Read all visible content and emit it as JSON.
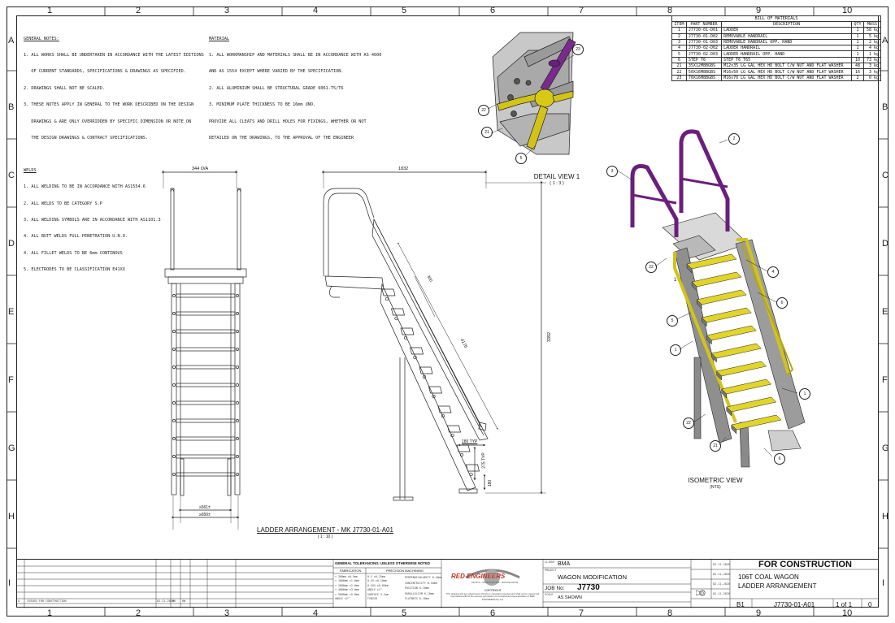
{
  "zones": {
    "columns": [
      "1",
      "2",
      "3",
      "4",
      "5",
      "6",
      "7",
      "8",
      "9",
      "10"
    ],
    "rows": [
      "A",
      "B",
      "C",
      "D",
      "E",
      "F",
      "G",
      "H",
      "I"
    ]
  },
  "general_notes": {
    "title": "GENERAL NOTES:",
    "items": [
      "1. ALL WORKS SHALL BE UNDERTAKEN IN ACCORDANCE WITH THE LATEST EDITIONS",
      "   OF CURRENT STANDARDS, SPECIFICATIONS & DRAWINGS AS SPECIFIED.",
      "2. DRAWINGS SHALL NOT BE SCALED.",
      "3. THESE NOTES APPLY IN GENERAL TO THE WORK DESCRIBED ON THE DESIGN",
      "   DRAWINGS & ARE ONLY OVERRIDDEN BY SPECIFIC DIMENSION OR NOTE ON",
      "   THE DESIGN DRAWINGS & CONTRACT SPECIFICATIONS."
    ]
  },
  "weld_notes": {
    "title": "WELDS",
    "items": [
      "1. ALL WELDING TO BE IN ACCORDANCE WITH AS1554.6",
      "2. ALL WELDS TO BE CATEGORY S.P",
      "3. ALL WELDING SYMBOLS ARE IN ACCORDANCE WITH AS1101.3",
      "4. ALL BUTT WELDS FULL PENETRATION U.N.O.",
      "4. ALL FILLET WELDS TO BE 6mm CONTINOUS",
      "5. ELECTRODES TO BE CLASSIFICATION E41XX"
    ]
  },
  "material_notes": {
    "title": "MATERIAL",
    "items": [
      "1. ALL WORKMANSHIP AND MATERIALS SHALL BE IN ACCORDANCE WITH AS 4600",
      "AND AS 1554 EXCEPT WHERE VARIED BY THE SPECIFICATION.",
      "2. ALL ALUMINIUM SHALL BE STRUCTURAL GRADE 6061-T5/T6",
      "3. MINIMUM PLATE THICKNESS TO BE 16mm UNO.",
      "PROVIDE ALL CLEATS AND DRILL HOLES FOR FIXINGS, WHETHER OR NOT",
      "DETAILED ON THE DRAWINGS, TO THE APPROVAL OF THE ENGINEER"
    ]
  },
  "bom": {
    "title": "BILL OF MATERIALS",
    "headers": [
      "ITEM",
      "PART NUMBER",
      "DESCRIPTION",
      "QTY",
      "MASS"
    ],
    "rows": [
      [
        "1",
        "J7730-01-D01",
        "LADDER",
        "1",
        "58 kg"
      ],
      [
        "2",
        "J7730-01-D02",
        "REMOVABLE HANDRAIL",
        "1",
        "5 kg"
      ],
      [
        "3",
        "J7730-01-D03",
        "REMOVABLE HANDRAIL OPP. HAND",
        "1",
        "2 kg"
      ],
      [
        "4",
        "J7730-02-D02",
        "LADDER HANDRAIL",
        "1",
        "4 kg"
      ],
      [
        "5",
        "J7730-02-D03",
        "LADDER HANDRAIL OPP. HAND",
        "1",
        "1 kg"
      ],
      [
        "6",
        "STEP T6",
        "STEP T6 T65",
        "10",
        "73 kg"
      ],
      [
        "21",
        "35X12M8BGBS",
        "M12x35 LG GAL HEX HD BOLT C/W NUT AND FLAT WASHER",
        "48",
        "3 kg"
      ],
      [
        "22",
        "50X16M8BGBS",
        "M16x50 LG GAL HEX HD BOLT C/W NUT AND FLAT WASHER",
        "16",
        "3 kg"
      ],
      [
        "23",
        "70X16M8BGBS",
        "M16x70 LG GAL HEX HD BOLT C/W NUT AND FLAT WASHER",
        "2",
        "0 kg"
      ]
    ]
  },
  "views": {
    "front": {
      "top_dim": "344 O/A",
      "bottom_dim_1": "≥561±",
      "bottom_dim_2": "≥650±"
    },
    "side": {
      "top_dim": "1832",
      "height_dim": "3392",
      "slope_dim": "4176",
      "step_dim_1": "180 TYP",
      "step_dim_2": "275 TYP",
      "step_dim_3": "180",
      "riser_dim": "300"
    },
    "detail": {
      "title": "DETAIL VIEW 1",
      "scale": "( 1 : 3 )"
    },
    "isometric": {
      "title": "ISOMETRIC VIEW",
      "scale": "(NTS)"
    },
    "main_title": "LADDER ARRANGEMENT - MK J7730-01-A01",
    "main_scale": "( 1 : 10 )"
  },
  "balloons": {
    "detail": [
      "23",
      "22",
      "21",
      "5"
    ],
    "iso": [
      "2",
      "3",
      "22",
      "1",
      "4",
      "6",
      "5",
      "1",
      "1",
      "22",
      "21",
      "6"
    ]
  },
  "title_block": {
    "revision": {
      "rev": "A",
      "description": "ISSUED FOR CONSTRUCTION",
      "date": "02-11-2020",
      "drawn": "MK",
      "checked": "RW"
    },
    "tolerance_title": "GENERAL TOLERANCING: UNLESS OTHERWISE NOTED",
    "fabrication_label": "FABRICATION",
    "machining_label": "PRECISION MACHINING",
    "tol_rows": [
      "< 300mm   ±0.5mm",
      "< 1000mm  ±1.0mm",
      "< 2000mm  ±2.0mm",
      "< 4000mm  ±3.0mm",
      "< 5000mm  ±5.0mm",
      "ANGLE     ±2°"
    ],
    "mach_rows": [
      "0.X   ±0.25mm",
      "0.XX  ±0.10mm",
      "0.XXX ±0.05mm",
      "ANGLE ±1°",
      "SURFACE 3.2μm",
      "FINISH"
    ],
    "gdt_rows": [
      "PERPENDICULARITY 0.10mm",
      "CONCENTRICITY 0.10mm",
      "POSITION 0.10mm",
      "PARALLELISM 0.10mm",
      "FLATNESS 0.10mm"
    ],
    "company": "RED ENGINEERS",
    "company_sub": "DESIGN · MANUFACTURE · MAINTENANCE",
    "copyright_title": "COPYRIGHT",
    "copyright_text": "This drawing and any attachments thereto is copyright protected and shall not be copied and reproduced without the express permission of red authorised representative of RED ENGINEERS Pty Ltd",
    "client_label": "CLIENT",
    "client": "BMA",
    "project_label": "PROJECT",
    "project": "WAGON MODIFICATION",
    "job_label": "JOB No:",
    "job": "J7730",
    "scale_label": "SCALE",
    "scale": "AS SHOWN",
    "status": "FOR CONSTRUCTION",
    "title_line1": "106T COAL WAGON",
    "title_line2": "LADDER ARRANGEMENT",
    "sheet_size": "B1",
    "drawing_no": "J7730-01-A01",
    "sheet": "1 of 1",
    "rev_no": "0",
    "dates": [
      "02-11-2020",
      "02-11-2020",
      "02-11-2020",
      "02-11-2020"
    ]
  }
}
